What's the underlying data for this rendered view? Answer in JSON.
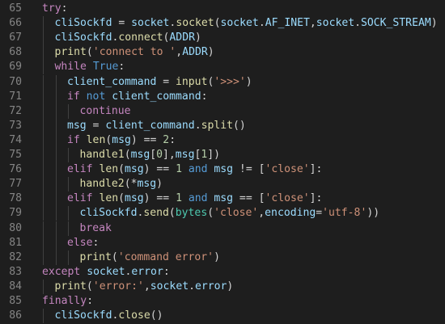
{
  "editor": {
    "lines": [
      {
        "num": "65",
        "indent": 0,
        "tokens": [
          [
            "kw",
            "try"
          ],
          [
            "pl",
            ":"
          ]
        ]
      },
      {
        "num": "66",
        "indent": 1,
        "tokens": [
          [
            "var",
            "cliSockfd"
          ],
          [
            "pl",
            " = "
          ],
          [
            "var",
            "socket"
          ],
          [
            "pl",
            "."
          ],
          [
            "fn",
            "socket"
          ],
          [
            "pl",
            "("
          ],
          [
            "var",
            "socket"
          ],
          [
            "pl",
            "."
          ],
          [
            "var",
            "AF_INET"
          ],
          [
            "pl",
            ","
          ],
          [
            "var",
            "socket"
          ],
          [
            "pl",
            "."
          ],
          [
            "var",
            "SOCK_STREAM"
          ],
          [
            "pl",
            ")"
          ]
        ]
      },
      {
        "num": "67",
        "indent": 1,
        "tokens": [
          [
            "var",
            "cliSockfd"
          ],
          [
            "pl",
            "."
          ],
          [
            "fn",
            "connect"
          ],
          [
            "pl",
            "("
          ],
          [
            "var",
            "ADDR"
          ],
          [
            "pl",
            ")"
          ]
        ]
      },
      {
        "num": "68",
        "indent": 1,
        "tokens": [
          [
            "fn",
            "print"
          ],
          [
            "pl",
            "("
          ],
          [
            "str",
            "'connect to '"
          ],
          [
            "pl",
            ","
          ],
          [
            "var",
            "ADDR"
          ],
          [
            "pl",
            ")"
          ]
        ]
      },
      {
        "num": "69",
        "indent": 1,
        "tokens": [
          [
            "kw",
            "while"
          ],
          [
            "pl",
            " "
          ],
          [
            "kb",
            "True"
          ],
          [
            "pl",
            ":"
          ]
        ]
      },
      {
        "num": "70",
        "indent": 2,
        "tokens": [
          [
            "var",
            "client_command"
          ],
          [
            "pl",
            " = "
          ],
          [
            "fn",
            "input"
          ],
          [
            "pl",
            "("
          ],
          [
            "str",
            "'>>>'"
          ],
          [
            "pl",
            ")"
          ]
        ]
      },
      {
        "num": "71",
        "indent": 2,
        "tokens": [
          [
            "kw",
            "if"
          ],
          [
            "pl",
            " "
          ],
          [
            "kb",
            "not"
          ],
          [
            "pl",
            " "
          ],
          [
            "var",
            "client_command"
          ],
          [
            "pl",
            ":"
          ]
        ]
      },
      {
        "num": "72",
        "indent": 3,
        "tokens": [
          [
            "kw",
            "continue"
          ]
        ]
      },
      {
        "num": "73",
        "indent": 2,
        "tokens": [
          [
            "var",
            "msg"
          ],
          [
            "pl",
            " = "
          ],
          [
            "var",
            "client_command"
          ],
          [
            "pl",
            "."
          ],
          [
            "fn",
            "split"
          ],
          [
            "pl",
            "()"
          ]
        ]
      },
      {
        "num": "74",
        "indent": 2,
        "tokens": [
          [
            "kw",
            "if"
          ],
          [
            "pl",
            " "
          ],
          [
            "fn",
            "len"
          ],
          [
            "pl",
            "("
          ],
          [
            "var",
            "msg"
          ],
          [
            "pl",
            ") == "
          ],
          [
            "num",
            "2"
          ],
          [
            "pl",
            ":"
          ]
        ]
      },
      {
        "num": "75",
        "indent": 3,
        "tokens": [
          [
            "fn",
            "handle1"
          ],
          [
            "pl",
            "("
          ],
          [
            "var",
            "msg"
          ],
          [
            "pl",
            "["
          ],
          [
            "num",
            "0"
          ],
          [
            "pl",
            "],"
          ],
          [
            "var",
            "msg"
          ],
          [
            "pl",
            "["
          ],
          [
            "num",
            "1"
          ],
          [
            "pl",
            "])"
          ]
        ]
      },
      {
        "num": "76",
        "indent": 2,
        "tokens": [
          [
            "kw",
            "elif"
          ],
          [
            "pl",
            " "
          ],
          [
            "fn",
            "len"
          ],
          [
            "pl",
            "("
          ],
          [
            "var",
            "msg"
          ],
          [
            "pl",
            ") == "
          ],
          [
            "num",
            "1"
          ],
          [
            "pl",
            " "
          ],
          [
            "kb",
            "and"
          ],
          [
            "pl",
            " "
          ],
          [
            "var",
            "msg"
          ],
          [
            "pl",
            " != ["
          ],
          [
            "str",
            "'close'"
          ],
          [
            "pl",
            "]:"
          ]
        ]
      },
      {
        "num": "77",
        "indent": 3,
        "tokens": [
          [
            "fn",
            "handle2"
          ],
          [
            "pl",
            "(*"
          ],
          [
            "var",
            "msg"
          ],
          [
            "pl",
            ")"
          ]
        ]
      },
      {
        "num": "78",
        "indent": 2,
        "tokens": [
          [
            "kw",
            "elif"
          ],
          [
            "pl",
            " "
          ],
          [
            "fn",
            "len"
          ],
          [
            "pl",
            "("
          ],
          [
            "var",
            "msg"
          ],
          [
            "pl",
            ") == "
          ],
          [
            "num",
            "1"
          ],
          [
            "pl",
            " "
          ],
          [
            "kb",
            "and"
          ],
          [
            "pl",
            " "
          ],
          [
            "var",
            "msg"
          ],
          [
            "pl",
            " == ["
          ],
          [
            "str",
            "'close'"
          ],
          [
            "pl",
            "]:"
          ]
        ]
      },
      {
        "num": "79",
        "indent": 3,
        "tokens": [
          [
            "var",
            "cliSockfd"
          ],
          [
            "pl",
            "."
          ],
          [
            "fn",
            "send"
          ],
          [
            "pl",
            "("
          ],
          [
            "cls",
            "bytes"
          ],
          [
            "pl",
            "("
          ],
          [
            "str",
            "'close'"
          ],
          [
            "pl",
            ","
          ],
          [
            "var",
            "encoding"
          ],
          [
            "pl",
            "="
          ],
          [
            "str",
            "'utf-8'"
          ],
          [
            "pl",
            "))"
          ]
        ]
      },
      {
        "num": "80",
        "indent": 3,
        "tokens": [
          [
            "kw",
            "break"
          ]
        ]
      },
      {
        "num": "81",
        "indent": 2,
        "tokens": [
          [
            "kw",
            "else"
          ],
          [
            "pl",
            ":"
          ]
        ]
      },
      {
        "num": "82",
        "indent": 3,
        "tokens": [
          [
            "fn",
            "print"
          ],
          [
            "pl",
            "("
          ],
          [
            "str",
            "'command error'"
          ],
          [
            "pl",
            ")"
          ]
        ]
      },
      {
        "num": "83",
        "indent": 0,
        "tokens": [
          [
            "kw",
            "except"
          ],
          [
            "pl",
            " "
          ],
          [
            "var",
            "socket"
          ],
          [
            "pl",
            "."
          ],
          [
            "var",
            "error"
          ],
          [
            "pl",
            ":"
          ]
        ]
      },
      {
        "num": "84",
        "indent": 1,
        "tokens": [
          [
            "fn",
            "print"
          ],
          [
            "pl",
            "("
          ],
          [
            "str",
            "'error:'"
          ],
          [
            "pl",
            ","
          ],
          [
            "var",
            "socket"
          ],
          [
            "pl",
            "."
          ],
          [
            "var",
            "error"
          ],
          [
            "pl",
            ")"
          ]
        ]
      },
      {
        "num": "85",
        "indent": 0,
        "tokens": [
          [
            "kw",
            "finally"
          ],
          [
            "pl",
            ":"
          ]
        ]
      },
      {
        "num": "86",
        "indent": 1,
        "tokens": [
          [
            "var",
            "cliSockfd"
          ],
          [
            "pl",
            "."
          ],
          [
            "fn",
            "close"
          ],
          [
            "pl",
            "()"
          ]
        ]
      }
    ]
  }
}
